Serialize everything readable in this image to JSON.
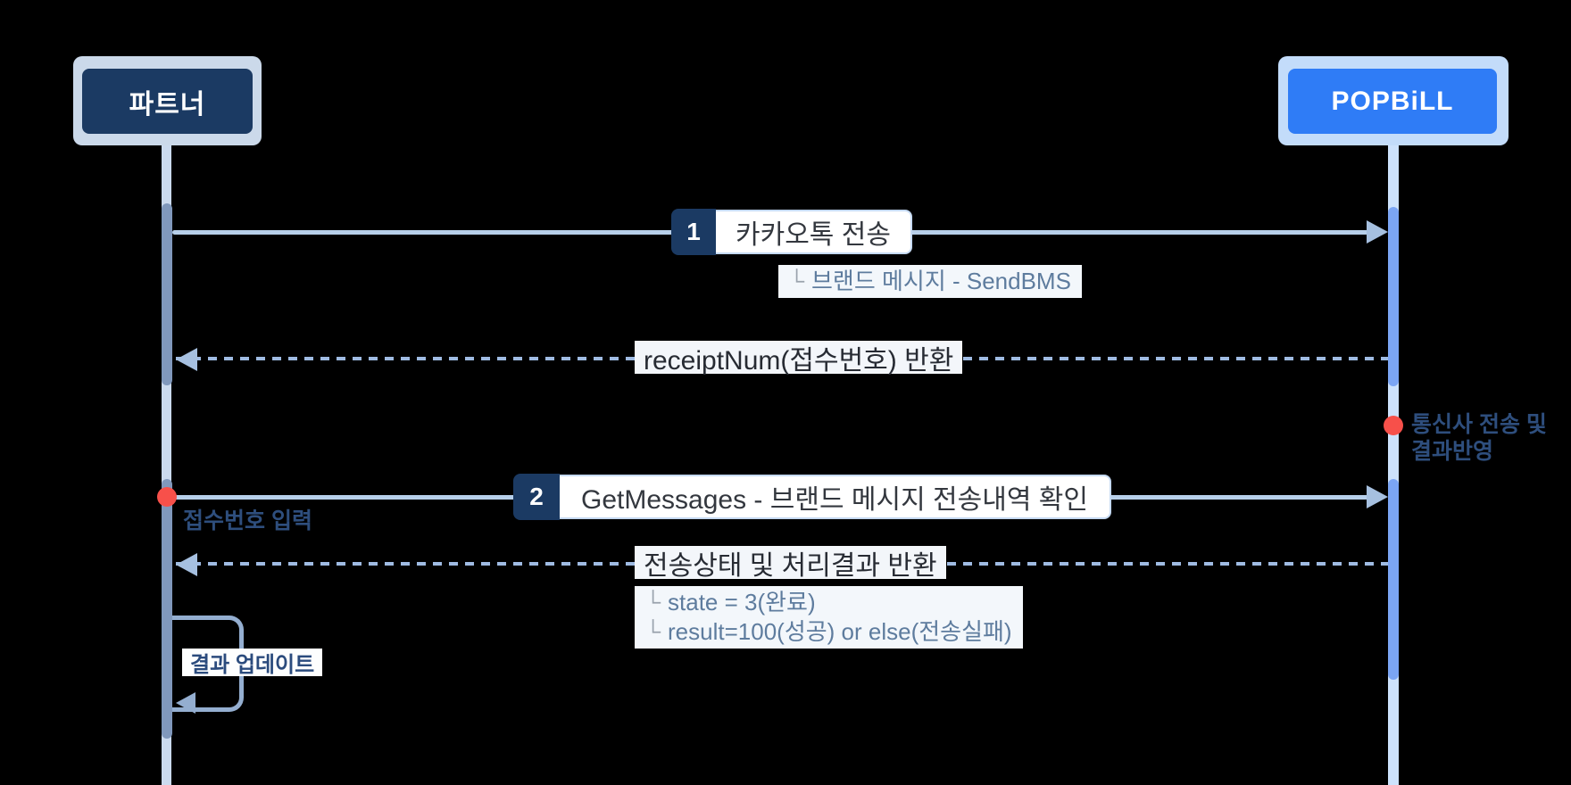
{
  "participants": {
    "partner": {
      "label": "파트너"
    },
    "popbill": {
      "label": "POPBiLL"
    }
  },
  "steps": {
    "step1": {
      "number": "1",
      "label": "카카오톡 전송",
      "sub_prefix": "└",
      "sub_text": "브랜드 메시지 - SendBMS"
    },
    "return1": {
      "label": "receiptNum(접수번호) 반환"
    },
    "event_right": {
      "line1": "통신사 전송 및",
      "line2": "결과반영"
    },
    "step2": {
      "number": "2",
      "label": "GetMessages - 브랜드 메시지 전송내역 확인"
    },
    "event_left": {
      "label": "접수번호 입력"
    },
    "return2": {
      "label": "전송상태 및 처리결과 반환",
      "sub1_prefix": "└",
      "sub1_text": "state = 3(완료)",
      "sub2_prefix": "└",
      "sub2_text": "result=100(성공) or else(전송실패)"
    },
    "loop": {
      "label": "결과 업데이트"
    }
  },
  "colors": {
    "background": "#000000",
    "partner_box": "#1B3A63",
    "partner_border": "#CBD9EA",
    "popbill_box": "#2F7CF6",
    "popbill_border": "#C3DCFA",
    "badge_navy": "#1B3A63",
    "lifeline_left": "#CBDAEE",
    "lifeline_right": "#CDE2FC",
    "activation_left": "#8098BC",
    "activation_right": "#7BA5F4",
    "solid_arrow": "#B7CFEA",
    "dashed_arrow": "#9FBBE2",
    "event_dot_red": "#F7504A",
    "navy_text": "#2E4E7D",
    "subnote_text": "#5E7C9E"
  }
}
